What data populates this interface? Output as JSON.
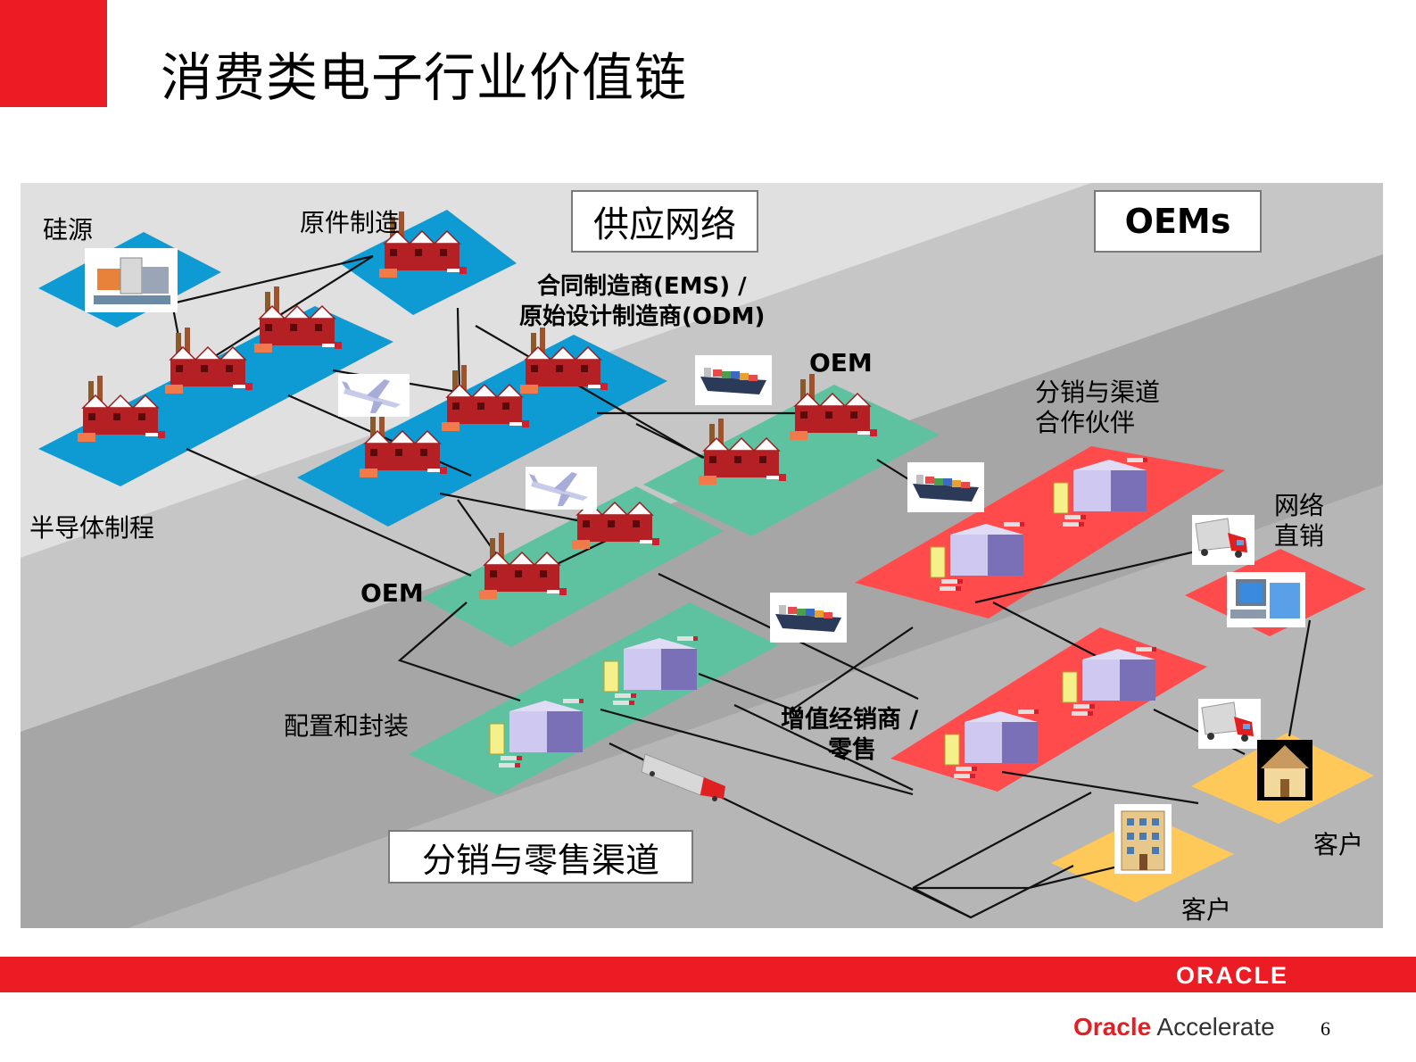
{
  "title": "消费类电子行业价值链",
  "zones": {
    "supply_network": "供应网络",
    "oems": "OEMs",
    "distribution_retail": "分销与零售渠道"
  },
  "nodes": {
    "silicon_source": "硅源",
    "component_manufacturing": "原件制造",
    "ems_odm_line1": "合同制造商(EMS) /",
    "ems_odm_line2": "原始设计制造商(ODM)",
    "semiconductor_process": "半导体制程",
    "oem_top": "OEM",
    "oem_left": "OEM",
    "channel_partner_line1": "分销与渠道",
    "channel_partner_line2": "合作伙伴",
    "direct_sales_line1": "网络",
    "direct_sales_line2": "直销",
    "configure_package": "配置和封装",
    "var_retail_line1": "增值经销商 /",
    "var_retail_line2": "零售",
    "customer_right": "客户",
    "customer_bottom": "客户"
  },
  "footer": {
    "logo": "ORACLE",
    "brand_part1": "Oracle",
    "brand_part2": "Accelerate",
    "page_number": "6"
  },
  "colors": {
    "accent_red": "#ec1c24",
    "supply_blue": "#0e9ad2",
    "oem_green": "#5ec2a0",
    "distribution_red": "#ff4b4b",
    "customer_yellow": "#ffc95a"
  },
  "icons": [
    "factory-icon",
    "warehouse-icon",
    "cargo-ship-icon",
    "airplane-icon",
    "truck-icon",
    "computer-icon",
    "house-icon",
    "building-icon",
    "silicon-plant-icon"
  ]
}
